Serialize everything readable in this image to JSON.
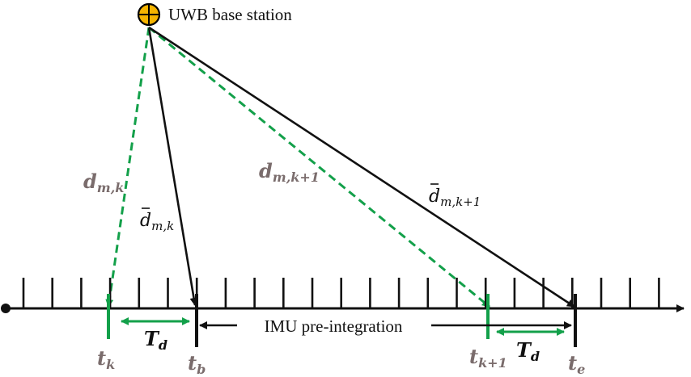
{
  "base_station": {
    "label": "UWB base station",
    "icon": "circle-plus-icon",
    "fill_color": "#f5b400",
    "stroke_color": "#000000"
  },
  "colors": {
    "measured": "#13a04a",
    "predicted": "#111111",
    "subscript_label": "#7a6c6c"
  },
  "labels": {
    "d_mk": {
      "base": "d",
      "sub": "m,k"
    },
    "dbar_mk": {
      "base": "d",
      "sub": "m,k"
    },
    "d_mk1": {
      "base": "d",
      "sub": "m,k+1"
    },
    "dbar_mk1": {
      "base": "d",
      "sub": "m,k+1"
    },
    "imu": "IMU pre-integration",
    "td_left": {
      "base": "T",
      "sub": "d"
    },
    "td_right": {
      "base": "T",
      "sub": "d"
    },
    "t_k": {
      "base": "t",
      "sub": "k"
    },
    "t_b": {
      "base": "t",
      "sub": "b"
    },
    "t_k1": {
      "base": "t",
      "sub": "k+1"
    },
    "t_e": {
      "base": "t",
      "sub": "e"
    }
  }
}
